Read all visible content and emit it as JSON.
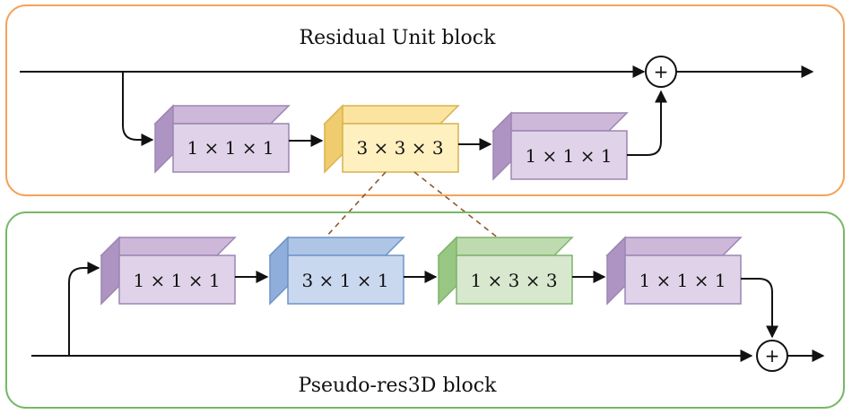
{
  "residual_block": {
    "title": "Residual Unit block",
    "border_color": "#F5A25A",
    "layers": [
      {
        "label": "1 × 1 × 1",
        "color": "purple"
      },
      {
        "label": "3 × 3 × 3",
        "color": "yellow"
      },
      {
        "label": "1 × 1 × 1",
        "color": "purple"
      }
    ]
  },
  "pseudo_block": {
    "title": "Pseudo-res3D block",
    "border_color": "#77B865",
    "layers": [
      {
        "label": "1 × 1 × 1",
        "color": "purple"
      },
      {
        "label": "3 × 1 × 1",
        "color": "blue"
      },
      {
        "label": "1 × 3 × 3",
        "color": "green"
      },
      {
        "label": "1 × 1 × 1",
        "color": "purple"
      }
    ]
  },
  "sum_symbol": "+",
  "colors": {
    "purple": "#E0D3E9",
    "yellow": "#FFF0C0",
    "blue": "#C9D8EE",
    "green": "#D7E8CE",
    "dashed_link": "#8B5A2B"
  }
}
